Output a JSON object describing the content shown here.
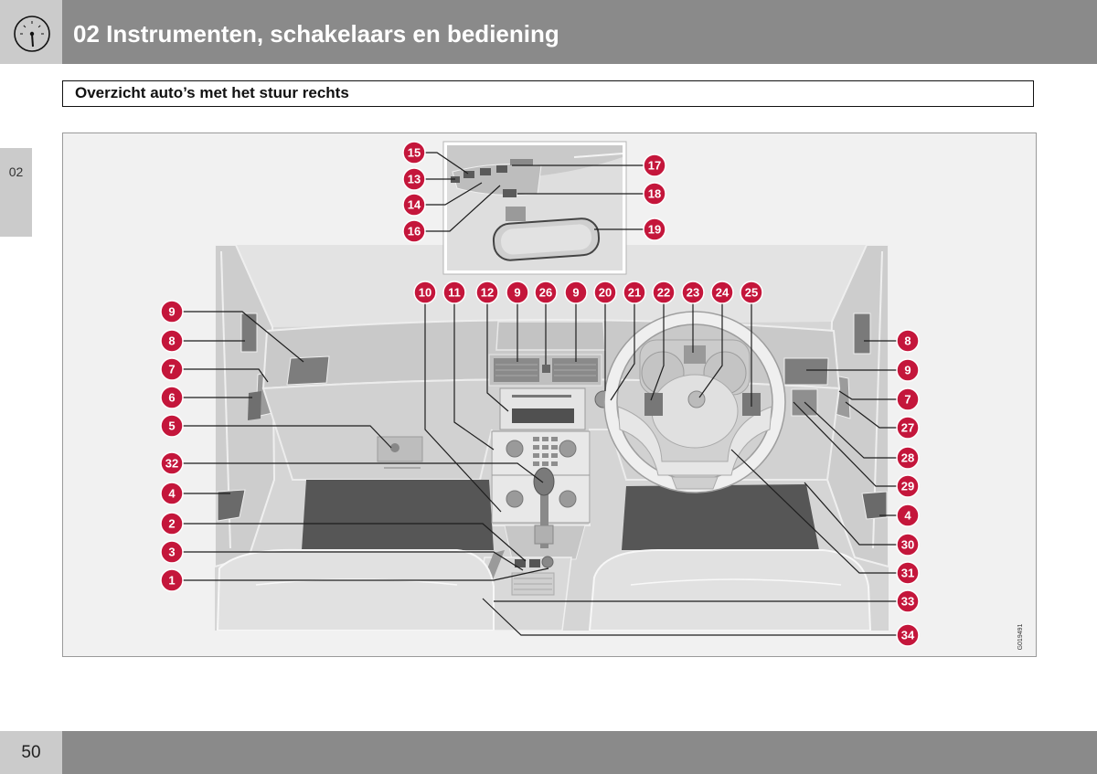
{
  "header": {
    "chapter_title": "02 Instrumenten, schakelaars en bediening",
    "icon": "gauge-icon"
  },
  "section_title": "Overzicht auto’s met het stuur rechts",
  "side_tab": "02",
  "figure": {
    "code": "G019491",
    "callouts": {
      "inset": [
        "15",
        "13",
        "14",
        "16",
        "17",
        "18",
        "19"
      ],
      "top": [
        "10",
        "11",
        "12",
        "9",
        "26",
        "9",
        "20",
        "21",
        "22",
        "23",
        "24",
        "25"
      ],
      "left": [
        "9",
        "8",
        "7",
        "6",
        "5",
        "32",
        "4",
        "2",
        "3",
        "1"
      ],
      "right": [
        "8",
        "9",
        "7",
        "27",
        "28",
        "29",
        "4",
        "30",
        "31",
        "33",
        "34"
      ]
    }
  },
  "page_number": "50",
  "colors": {
    "header_bar": "#8a8a8a",
    "header_box": "#cbcbcb",
    "callout": "#c4163b"
  }
}
